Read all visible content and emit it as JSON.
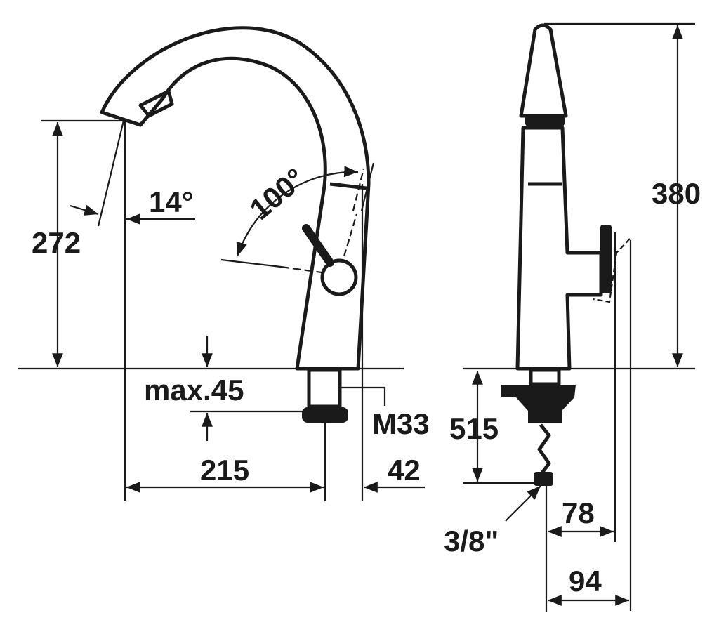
{
  "diagram": {
    "left_view": {
      "height_label": "272",
      "spout_angle_label": "14°",
      "swivel_angle_label": "100°",
      "max_thickness_label": "max.45",
      "thread_label": "M33",
      "reach_label": "215",
      "offset_label": "42"
    },
    "right_view": {
      "total_height_label": "380",
      "hose_length_label": "515",
      "connection_label": "3/8\"",
      "depth1_label": "78",
      "depth2_label": "94"
    }
  }
}
